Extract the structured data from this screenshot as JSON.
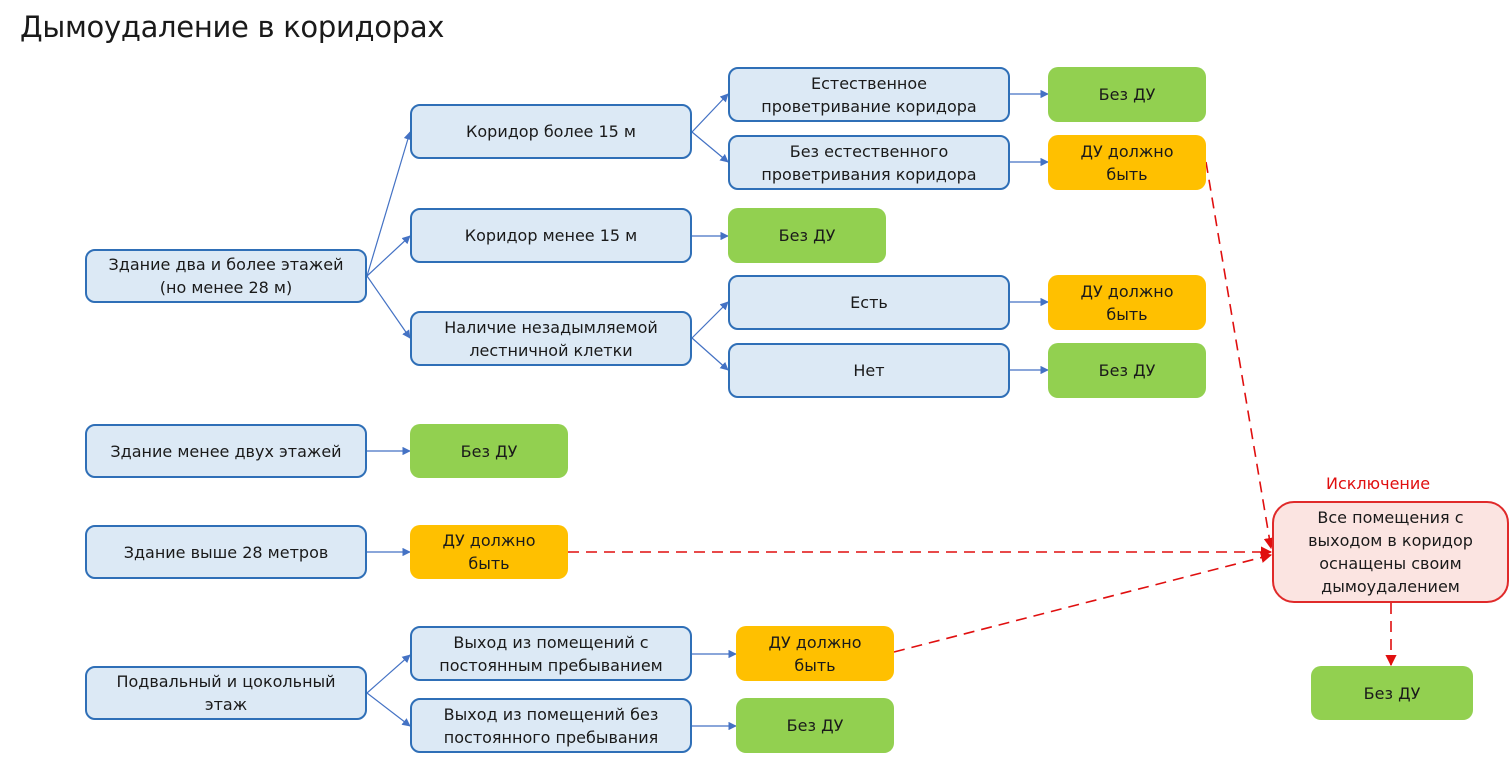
{
  "title": "Дымоудаление в коридорах",
  "exception_label": "Исключение",
  "nodes": {
    "bldg_2plus": "Здание два и более этажей\n(но менее 28 м)",
    "corr_more15": "Коридор более 15 м",
    "corr_less15": "Коридор менее 15 м",
    "stair": "Наличие незадымляемой\nлестничной клетки",
    "nat_vent": "Естественное\nпроветривание коридора",
    "no_nat_vent": "Без естественного\nпроветривания коридора",
    "yes": "Есть",
    "no": "Нет",
    "r1": "Без ДУ",
    "r2": "ДУ должно\nбыть",
    "r3": "Без ДУ",
    "r4": "ДУ должно\nбыть",
    "r5": "Без ДУ",
    "bldg_less2": "Здание менее двух этажей",
    "r6": "Без ДУ",
    "bldg_28": "Здание выше 28 метров",
    "r7": "ДУ должно\nбыть",
    "basement": "Подвальный и цокольный\nэтаж",
    "exit_perm": "Выход из помещений с\nпостоянным пребыванием",
    "exit_noperm": "Выход из помещений без\nпостоянного пребывания",
    "r8": "ДУ должно\nбыть",
    "r9": "Без ДУ",
    "exception": "Все помещения с\nвыходом в коридор\nоснащены своим\nдымоудалением",
    "r10": "Без ДУ"
  },
  "colors": {
    "node_fill": "#dce9f5",
    "node_border": "#2f6fb7",
    "result_none": "#92d050",
    "result_required": "#ffc000",
    "exception_border": "#e02a2a",
    "exception_fill": "#fbe4e1"
  }
}
